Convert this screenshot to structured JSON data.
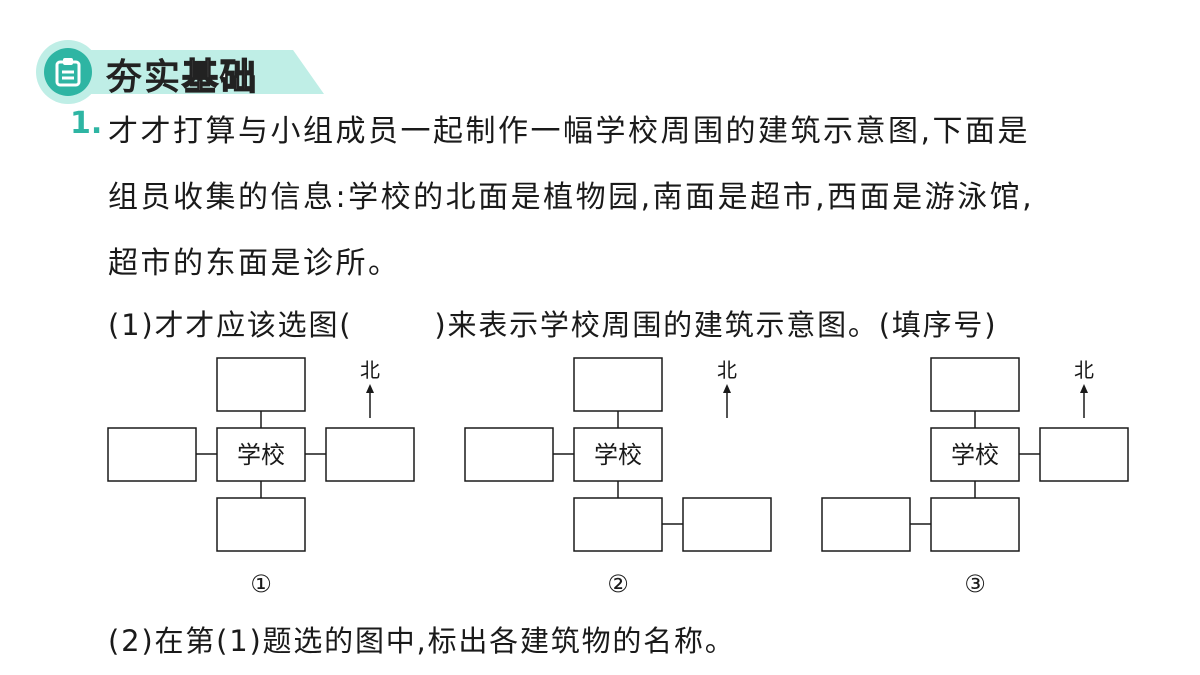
{
  "header": {
    "title_plain": "夯实",
    "title_accent": "基础",
    "icon": "clipboard-icon"
  },
  "question": {
    "number": "1.",
    "lines": [
      "才才打算与小组成员一起制作一幅学校周围的建筑示意图,下面是",
      "组员收集的信息:学校的北面是植物园,南面是超市,西面是游泳馆,",
      "超市的东面是诊所。"
    ],
    "part1_before": "(1)才才应该选图(",
    "part1_after": ")来表示学校周围的建筑示意图。(填序号)",
    "part2": "(2)在第(1)题选的图中,标出各建筑物的名称。"
  },
  "diagrams": {
    "school_label": "学校",
    "north_label": "北",
    "labels": [
      "①",
      "②",
      "③"
    ]
  }
}
